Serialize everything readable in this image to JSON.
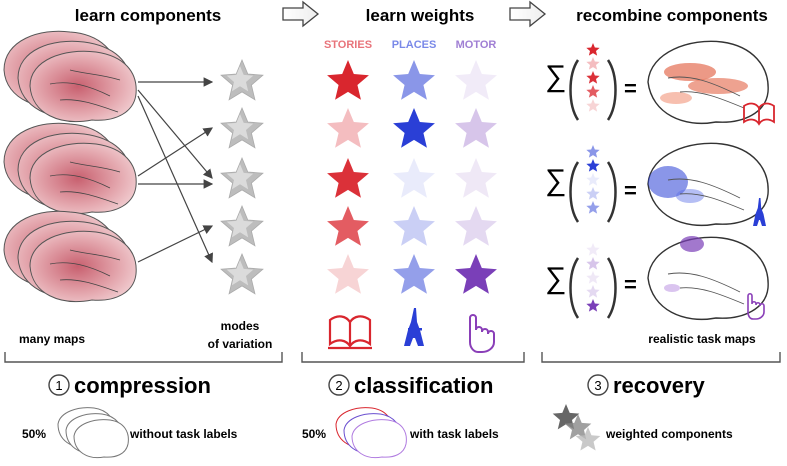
{
  "headings": {
    "learn_components": "learn components",
    "learn_weights": "learn weights",
    "recombine": "recombine components"
  },
  "categories": [
    "STORIES",
    "PLACES",
    "MOTOR"
  ],
  "colors": {
    "stories": "#d9262e",
    "places": "#2a3fd6",
    "motor": "#7a3fb8",
    "gray_star": "#c9c9c9",
    "bracket": "#555555"
  },
  "labels": {
    "many_maps": "many maps",
    "modes_line1": "modes",
    "modes_line2": "of variation",
    "realistic": "realistic task maps"
  },
  "weights": {
    "stories": [
      1.0,
      0.3,
      0.95,
      0.75,
      0.2
    ],
    "places": [
      0.55,
      1.0,
      0.1,
      0.25,
      0.5
    ],
    "motor": [
      0.1,
      0.3,
      0.12,
      0.2,
      1.0
    ]
  },
  "icons": [
    "book-icon",
    "tower-icon",
    "hand-pointer-icon"
  ],
  "stages": [
    {
      "number": "1",
      "title": "compression",
      "percent": "50%",
      "note": "without task labels"
    },
    {
      "number": "2",
      "title": "classification",
      "percent": "50%",
      "note": "with task labels"
    },
    {
      "number": "3",
      "title": "recovery",
      "percent": "",
      "note": "weighted components"
    }
  ],
  "sum_symbol": "∑",
  "equals": "="
}
